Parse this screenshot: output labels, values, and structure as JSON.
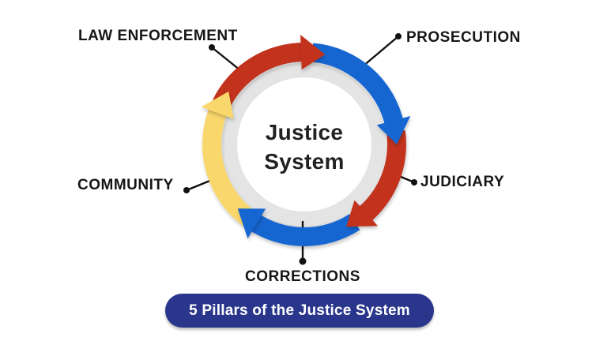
{
  "title": {
    "line1": "Justice",
    "line2": "System"
  },
  "pillars": [
    {
      "label": "LAW ENFORCEMENT"
    },
    {
      "label": "PROSECUTION"
    },
    {
      "label": "JUDICIARY"
    },
    {
      "label": "CORRECTIONS"
    },
    {
      "label": "COMMUNITY"
    }
  ],
  "banner": {
    "text": "5 Pillars of the Justice System"
  },
  "colors": {
    "red": "#C2301F",
    "blue": "#1966D2",
    "yellow": "#FAD76C",
    "ring": "#E4E4E4",
    "banner_bg": "#29368C",
    "banner_fg": "#FFFFFF",
    "label_text": "#161616",
    "title_text": "#212121",
    "connector": "#111111",
    "background": "#FFFFFF"
  },
  "cycle_segments": [
    {
      "name": "yellow-arrow-left",
      "color": "yellow",
      "tail": 127,
      "tip": 215
    },
    {
      "name": "red-arrow-top",
      "color": "red",
      "tail": 206,
      "tip": 283
    },
    {
      "name": "blue-arrow-right",
      "color": "blue",
      "tail": 275,
      "tip": 360
    },
    {
      "name": "red-arrow-bottom-right",
      "color": "red",
      "tail": 352,
      "tip": 423
    },
    {
      "name": "blue-arrow-bottom",
      "color": "blue",
      "tail": 57,
      "tip": 136
    }
  ]
}
